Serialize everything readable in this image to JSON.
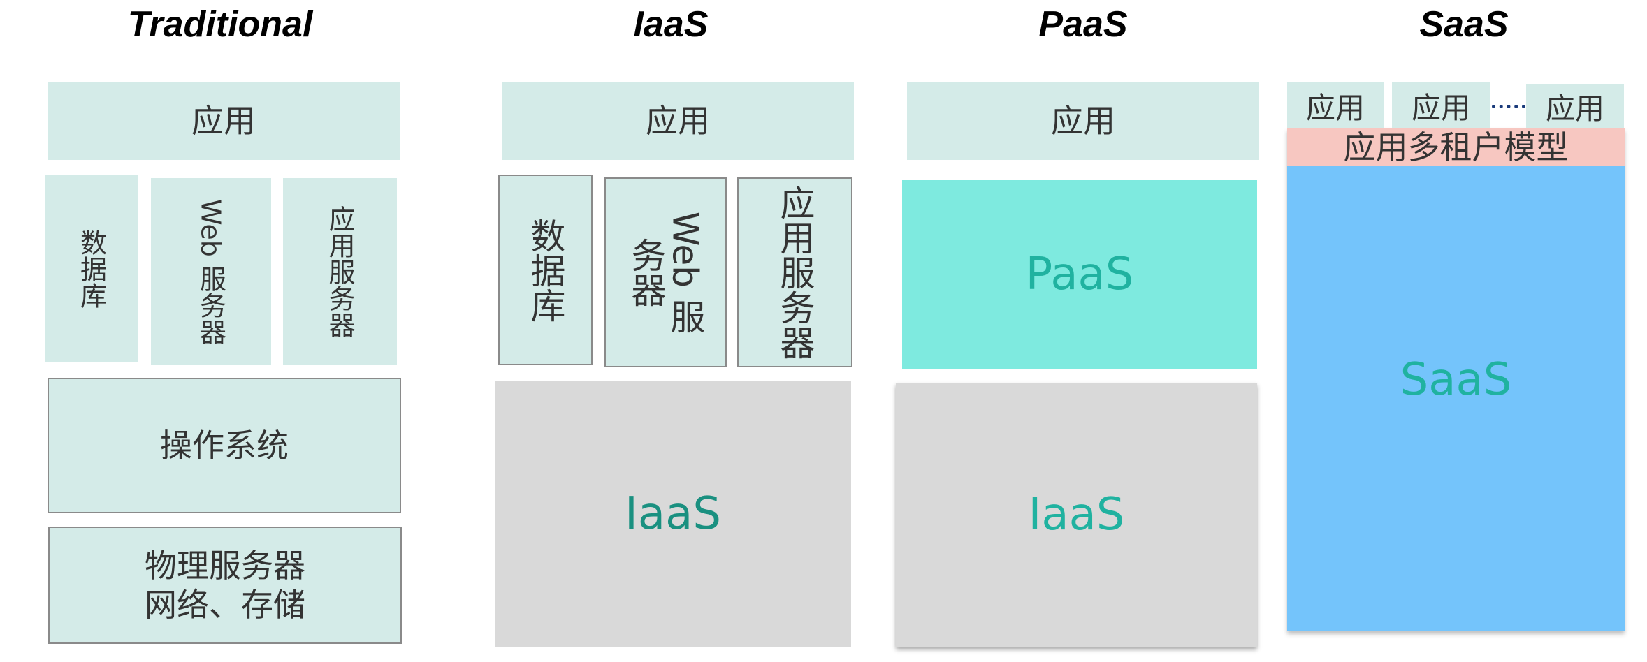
{
  "columns": {
    "traditional": {
      "title": "Traditional",
      "app": "应用",
      "db": "数据库",
      "web": "Web 服务器",
      "appserver": "应用服务器",
      "os": "操作系统",
      "physical_line1": "物理服务器",
      "physical_line2": "网络、存储"
    },
    "iaas": {
      "title": "IaaS",
      "app": "应用",
      "db": "数据库",
      "web": "Web 服务器",
      "appserver": "应用服务器",
      "layer": "IaaS"
    },
    "paas": {
      "title": "PaaS",
      "app": "应用",
      "platform": "PaaS",
      "layer": "IaaS"
    },
    "saas": {
      "title": "SaaS",
      "app1": "应用",
      "app2": "应用",
      "app3": "应用",
      "tenant_model": "应用多租户模型",
      "layer": "SaaS"
    }
  },
  "colors": {
    "light_mint": "#d4ebe8",
    "gray_layer": "#d9d9d9",
    "paas_green": "#7eeadf",
    "saas_blue": "#74c4fb",
    "tenant_pink": "#f7c7c1",
    "teal_text": "#1a9080"
  }
}
